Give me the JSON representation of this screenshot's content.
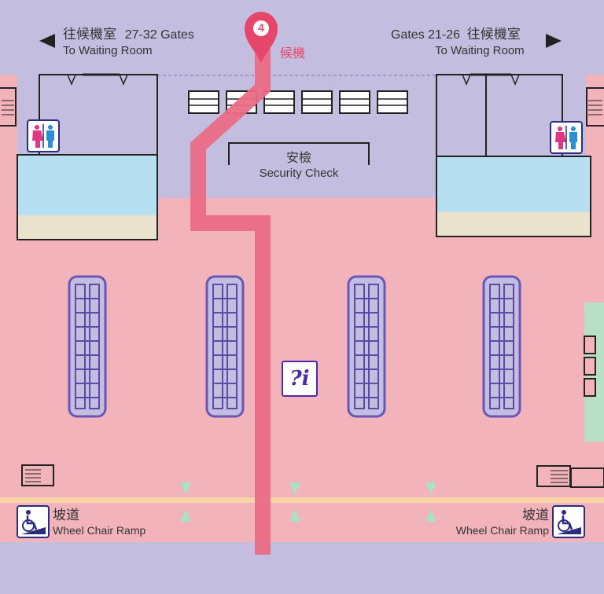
{
  "signs": {
    "left": {
      "zh": "往候機室",
      "gates": "27-32 Gates",
      "en": "To Waiting Room"
    },
    "right": {
      "gates": "Gates  21-26",
      "zh": "往候機室",
      "en": "To Waiting Room"
    }
  },
  "marker": {
    "number": "4",
    "label": "候機",
    "color": "#e8456b"
  },
  "security": {
    "zh": "安檢",
    "en": "Security Check"
  },
  "ramp_left": {
    "zh": "坡道",
    "en": "Wheel Chair Ramp"
  },
  "ramp_right": {
    "zh": "坡道",
    "en": "Wheel Chair Ramp"
  },
  "info_icon": {
    "glyph": "?i"
  },
  "colors": {
    "hall": "#f3b3bb",
    "zone": "#c3bedf",
    "route": "#ea6c86",
    "escalator": "#9a7fd8"
  }
}
